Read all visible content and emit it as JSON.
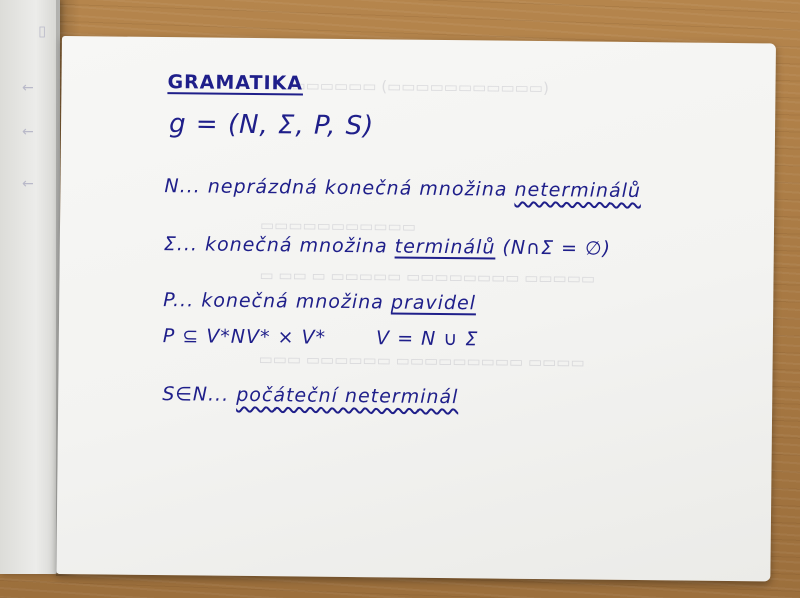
{
  "notes": {
    "title": "GRAMATIKA",
    "definition": "g = (N, Σ, P, S)",
    "n_line": {
      "label": "N",
      "sep": "...",
      "text": "neprázdná konečná množina",
      "term": "neterminálů"
    },
    "sigma_line": {
      "label": "Σ",
      "sep": "...",
      "text": "konečná množina",
      "term": "terminálů",
      "extra": "(N∩Σ = ∅)"
    },
    "p_line": {
      "label": "P",
      "sep": "...",
      "text": "konečná množina",
      "term": "pravidel"
    },
    "formula": {
      "left": "P ⊆ V*NV* × V*",
      "right": "V = N ∪ Σ"
    },
    "s_line": {
      "label": "S∈N",
      "sep": "...",
      "term": "počáteční neterminál"
    }
  },
  "colors": {
    "ink": "#1f1f8a",
    "paper": "#f4f4f2",
    "wood": "#a97a44"
  }
}
